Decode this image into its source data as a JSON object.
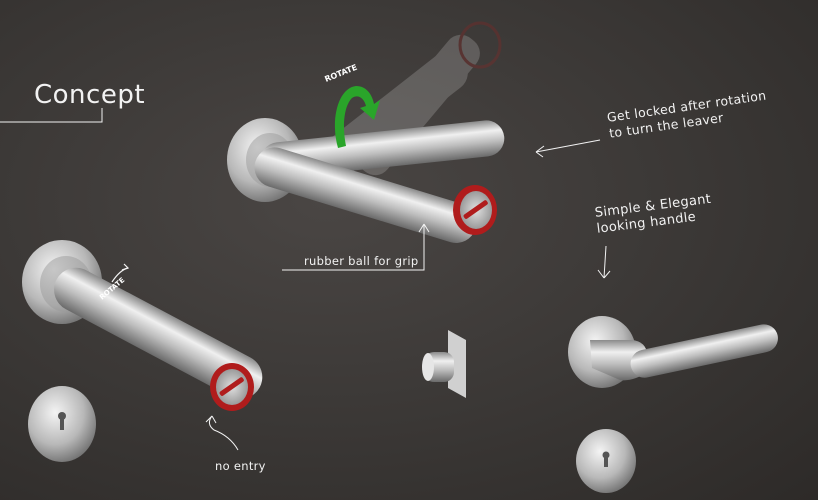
{
  "heading": "Concept",
  "annotations": {
    "locked_line1": "Get locked after rotation",
    "locked_line2": "to turn the leaver",
    "simple_line1": "Simple & Elegant",
    "simple_line2": "looking handle",
    "rubber": "rubber ball for grip",
    "no_entry": "no entry"
  },
  "rotate_labels": {
    "top": "ROTATE",
    "left": "ROTATE"
  },
  "colors": {
    "background": "#3a3735",
    "rotate_arrow": "#2aa52a",
    "grip_ring": "#b01c1c",
    "metal": "#c8c8c8"
  }
}
